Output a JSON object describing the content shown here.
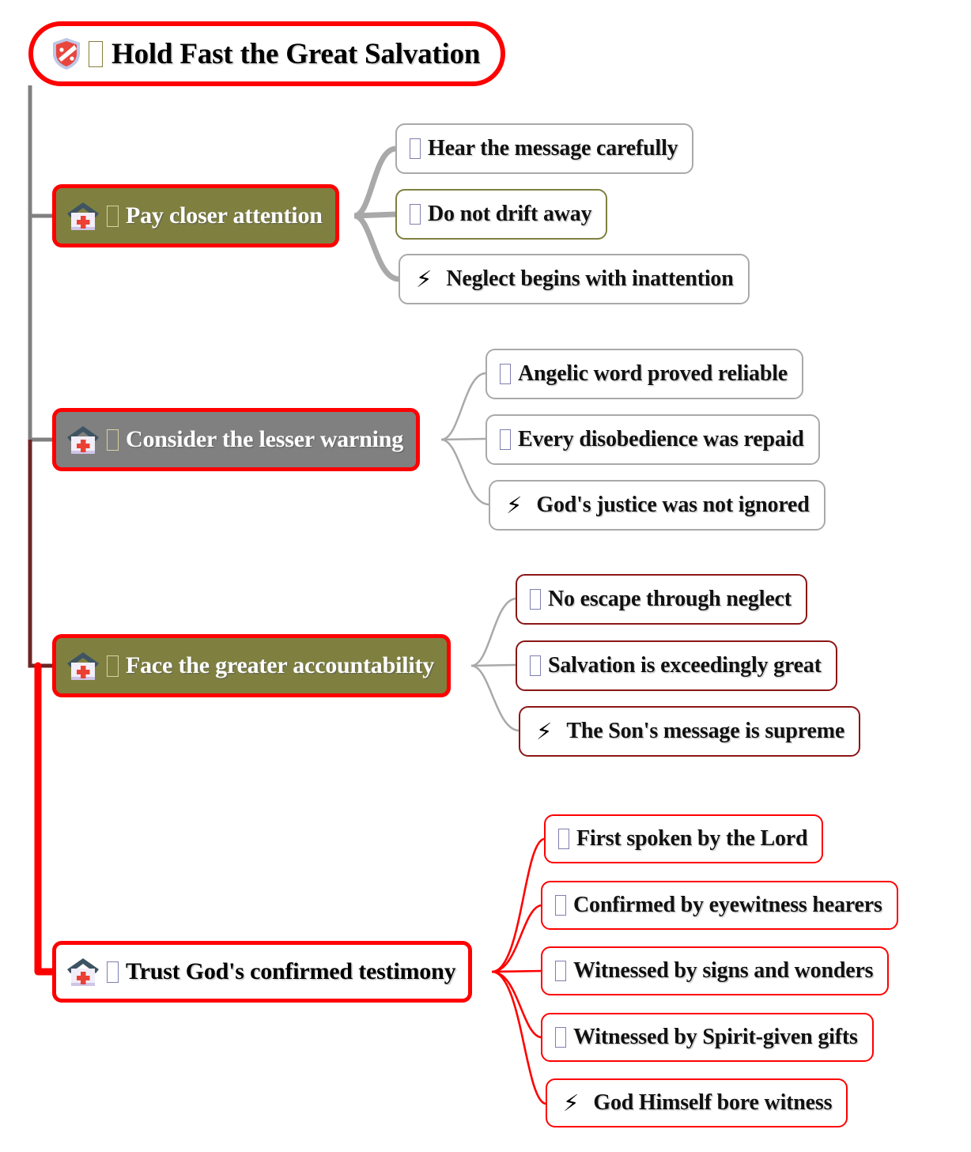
{
  "diagram": {
    "type": "mindmap",
    "orientation": "left-to-right",
    "background": "#ffffff",
    "title": "Hold Fast the Great Salvation"
  },
  "palette": {
    "red": "#fe0000",
    "olive": "#7f8040",
    "gray": "#808080",
    "maroon": "#8b1616",
    "light_gray": "#a9a9a9",
    "white": "#ffffff",
    "black": "#000000"
  },
  "root": {
    "label": "Hold Fast the Great Salvation",
    "icon": "shield-emoji-icon",
    "missing_glyph": "tofu-box",
    "fill": "#ffffff",
    "border": "#fe0000"
  },
  "branches": [
    {
      "id": "branch-1",
      "label": "Pay closer attention",
      "icon": "hospital-emoji-icon",
      "missing_glyph": "tofu-box",
      "fill": "#7f8040",
      "border": "#fe0000",
      "text_color": "#ffffff",
      "connector_color": "#a9a9a9",
      "trunk_color": "#808080",
      "leaves": [
        {
          "label": "Hear the message carefully",
          "icon": "tofu-box",
          "border": "#a9a9a9"
        },
        {
          "label": "Do not drift away",
          "icon": "tofu-box",
          "border": "#7f8040"
        },
        {
          "label": "Neglect begins with inattention",
          "icon": "bolt-icon",
          "border": "#a9a9a9"
        }
      ]
    },
    {
      "id": "branch-2",
      "label": "Consider the lesser warning",
      "icon": "hospital-emoji-icon",
      "missing_glyph": "tofu-box",
      "fill": "#808080",
      "border": "#fe0000",
      "text_color": "#ffffff",
      "connector_color": "#a9a9a9",
      "trunk_color": "#808080",
      "leaves": [
        {
          "label": "Angelic word proved reliable",
          "icon": "tofu-box",
          "border": "#a9a9a9"
        },
        {
          "label": "Every disobedience was repaid",
          "icon": "tofu-box",
          "border": "#a9a9a9"
        },
        {
          "label": "God's justice was not ignored",
          "icon": "bolt-icon",
          "border": "#a9a9a9"
        }
      ]
    },
    {
      "id": "branch-3",
      "label": "Face the greater accountability",
      "icon": "hospital-emoji-icon",
      "missing_glyph": "tofu-box",
      "fill": "#7f8040",
      "border": "#fe0000",
      "text_color": "#ffffff",
      "connector_color": "#a9a9a9",
      "trunk_color": "#8b1616",
      "leaves": [
        {
          "label": "No escape through neglect",
          "icon": "tofu-box",
          "border": "#8b1616"
        },
        {
          "label": "Salvation is exceedingly great",
          "icon": "tofu-box",
          "border": "#8b1616"
        },
        {
          "label": "The Son's message is supreme",
          "icon": "bolt-icon",
          "border": "#8b1616"
        }
      ]
    },
    {
      "id": "branch-4",
      "label": "Trust God's confirmed testimony",
      "icon": "hospital-emoji-icon",
      "missing_glyph": "tofu-box",
      "fill": "#ffffff",
      "border": "#fe0000",
      "text_color": "#000000",
      "connector_color": "#fe0000",
      "trunk_color": "#fe0000",
      "leaves": [
        {
          "label": "First spoken by the Lord",
          "icon": "tofu-box",
          "border": "#fe0000"
        },
        {
          "label": "Confirmed by eyewitness hearers",
          "icon": "tofu-box",
          "border": "#fe0000"
        },
        {
          "label": "Witnessed by signs and wonders",
          "icon": "tofu-box",
          "border": "#fe0000"
        },
        {
          "label": "Witnessed by Spirit-given gifts",
          "icon": "tofu-box",
          "border": "#fe0000"
        },
        {
          "label": "God Himself bore witness",
          "icon": "bolt-icon",
          "border": "#fe0000"
        }
      ]
    }
  ]
}
